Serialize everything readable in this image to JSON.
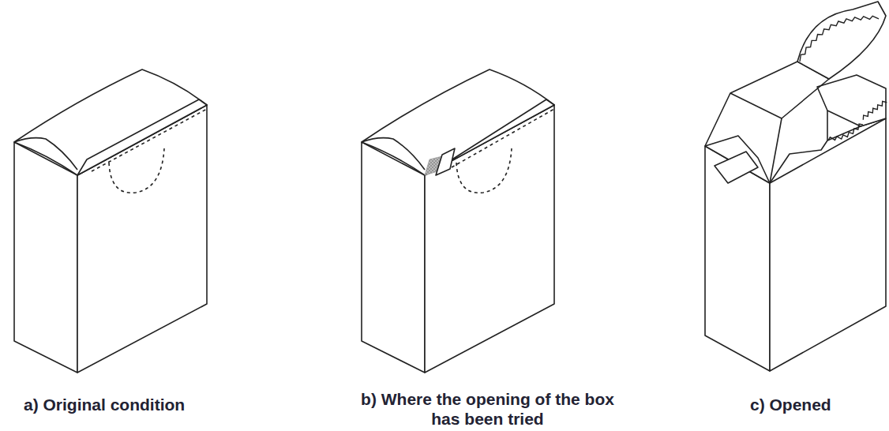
{
  "diagram": {
    "labels": [
      "a) Original condition",
      "b) Where the opening of the box has been tried",
      "c) Opened"
    ]
  }
}
